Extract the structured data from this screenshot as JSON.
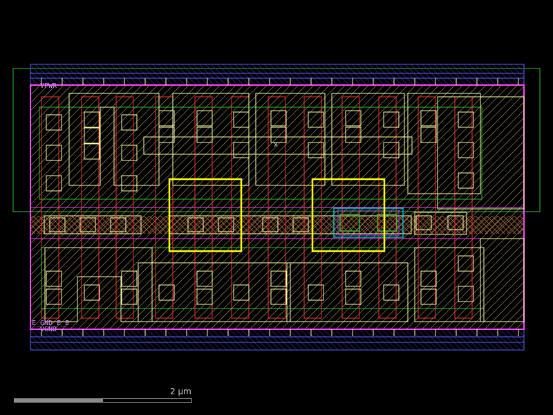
{
  "labels": {
    "power": "VPWR",
    "ground": "VGND",
    "ground_alt": "E_GND_E_E",
    "marker": "x"
  },
  "scale_bar": {
    "text": "2 µm",
    "fill_fraction": 0.5
  },
  "colors": {
    "background": "#000000",
    "metal1": "#5a5fff",
    "boundary": "#ff45ff",
    "poly": "#ff3030",
    "diffusion": "#2fbf2f",
    "local_interconnect": "#ffffaa",
    "selection": "#ffff00",
    "contact": "#00e5ff"
  }
}
